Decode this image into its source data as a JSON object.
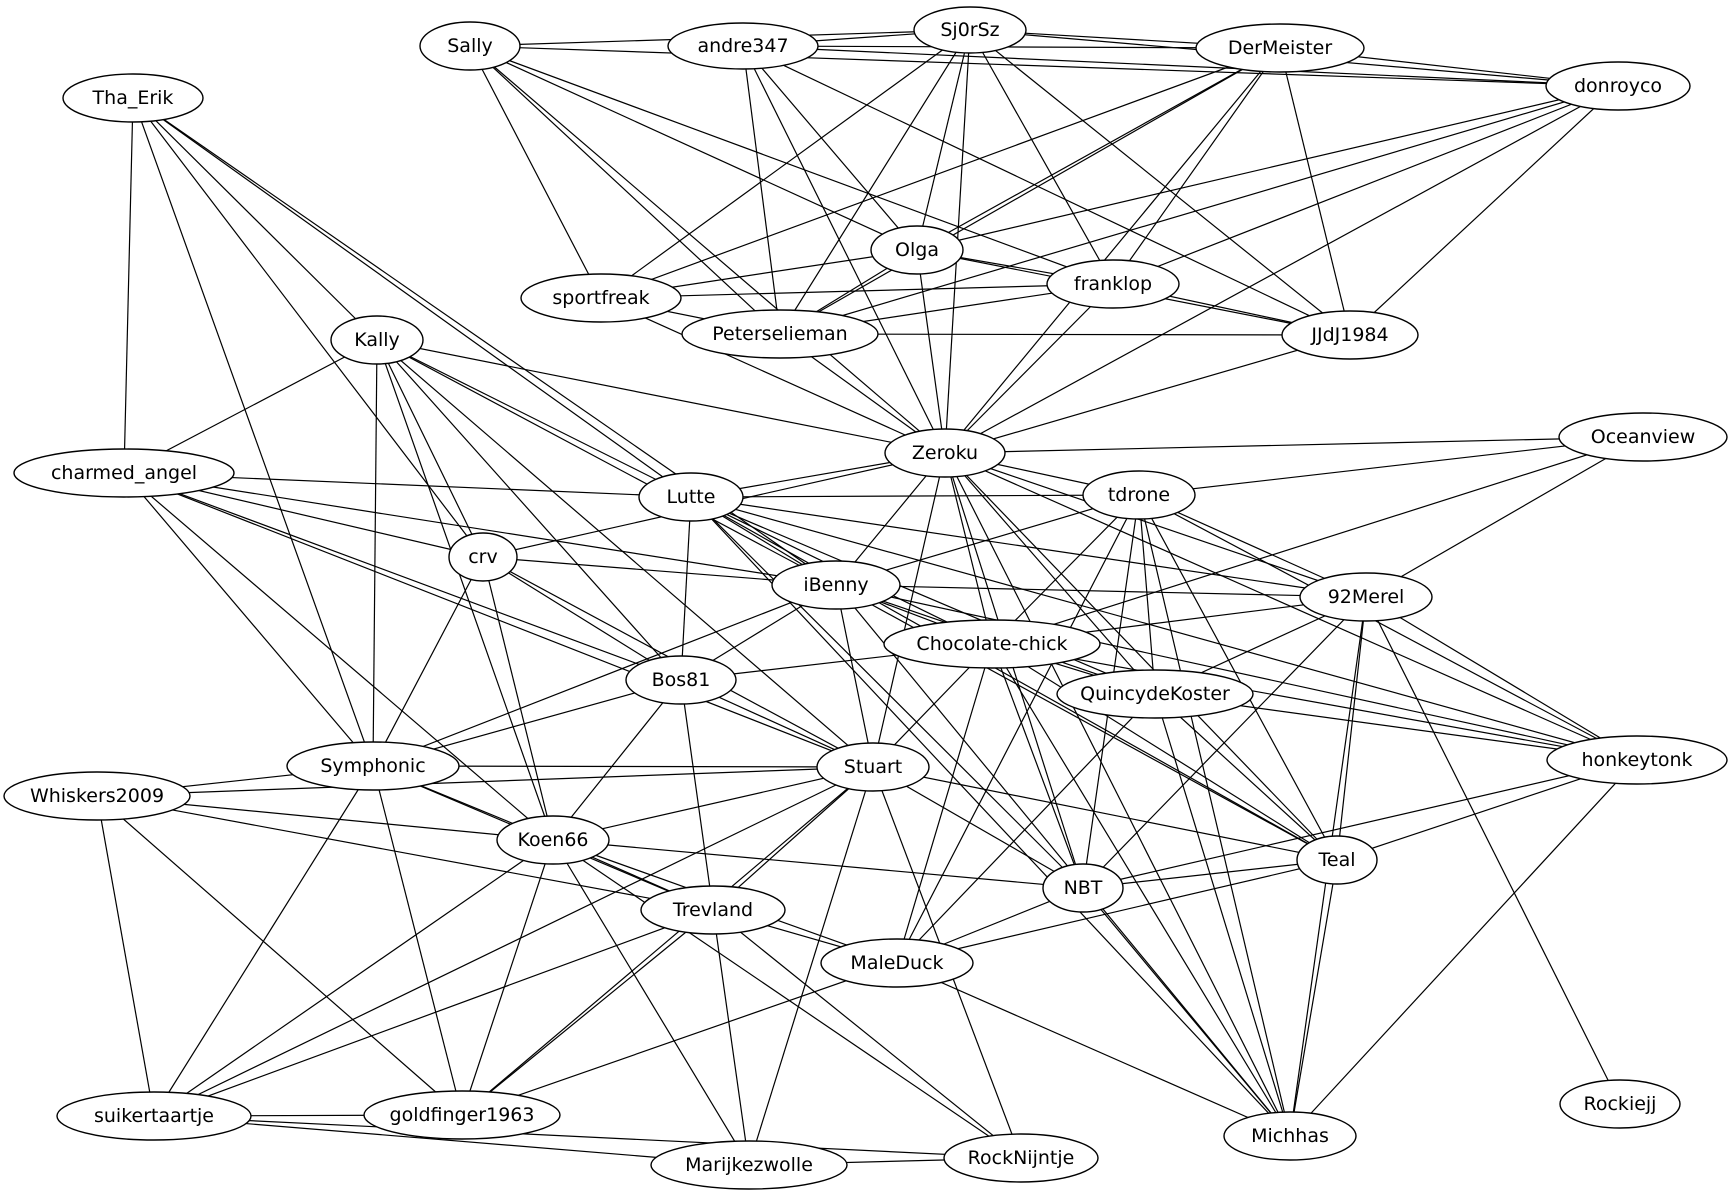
{
  "nodes": [
    {
      "id": "Sally",
      "label": "Sally"
    },
    {
      "id": "andre347",
      "label": "andre347"
    },
    {
      "id": "Sj0rSz",
      "label": "Sj0rSz"
    },
    {
      "id": "DerMeister",
      "label": "DerMeister"
    },
    {
      "id": "donroyco",
      "label": "donroyco"
    },
    {
      "id": "Tha_Erik",
      "label": "Tha_Erik"
    },
    {
      "id": "Olga",
      "label": "Olga"
    },
    {
      "id": "sportfreak",
      "label": "sportfreak"
    },
    {
      "id": "franklop",
      "label": "franklop"
    },
    {
      "id": "Peterselieman",
      "label": "Peterselieman"
    },
    {
      "id": "JJdJ1984",
      "label": "JJdJ1984"
    },
    {
      "id": "Kally",
      "label": "Kally"
    },
    {
      "id": "charmed_angel",
      "label": "charmed_angel"
    },
    {
      "id": "Zeroku",
      "label": "Zeroku"
    },
    {
      "id": "Oceanview",
      "label": "Oceanview"
    },
    {
      "id": "Lutte",
      "label": "Lutte"
    },
    {
      "id": "tdrone",
      "label": "tdrone"
    },
    {
      "id": "crv",
      "label": "crv"
    },
    {
      "id": "iBenny",
      "label": "iBenny"
    },
    {
      "id": "92Merel",
      "label": "92Merel"
    },
    {
      "id": "Chocolate-chick",
      "label": "Chocolate-chick"
    },
    {
      "id": "Bos81",
      "label": "Bos81"
    },
    {
      "id": "QuincydeKoster",
      "label": "QuincydeKoster"
    },
    {
      "id": "Symphonic",
      "label": "Symphonic"
    },
    {
      "id": "Stuart",
      "label": "Stuart"
    },
    {
      "id": "honkeytonk",
      "label": "honkeytonk"
    },
    {
      "id": "Whiskers2009",
      "label": "Whiskers2009"
    },
    {
      "id": "Koen66",
      "label": "Koen66"
    },
    {
      "id": "Teal",
      "label": "Teal"
    },
    {
      "id": "NBT",
      "label": "NBT"
    },
    {
      "id": "Trevland",
      "label": "Trevland"
    },
    {
      "id": "MaleDuck",
      "label": "MaleDuck"
    },
    {
      "id": "Rockiejj",
      "label": "Rockiejj"
    },
    {
      "id": "suikertaartje",
      "label": "suikertaartje"
    },
    {
      "id": "goldfinger1963",
      "label": "goldfinger1963"
    },
    {
      "id": "Michhas",
      "label": "Michhas"
    },
    {
      "id": "RockNijntje",
      "label": "RockNijntje"
    },
    {
      "id": "Marijkezwolle",
      "label": "Marijkezwolle"
    }
  ],
  "edges": [
    [
      "Sally",
      "Sj0rSz"
    ],
    [
      "Sally",
      "donroyco"
    ],
    [
      "Sally",
      "Olga"
    ],
    [
      "Sally",
      "sportfreak"
    ],
    [
      "Sally",
      "Peterselieman"
    ],
    [
      "Sally",
      "franklop"
    ],
    [
      "Sally",
      "Zeroku"
    ],
    [
      "andre347",
      "Sj0rSz"
    ],
    [
      "andre347",
      "DerMeister"
    ],
    [
      "andre347",
      "donroyco"
    ],
    [
      "andre347",
      "Olga"
    ],
    [
      "andre347",
      "Peterselieman"
    ],
    [
      "andre347",
      "JJdJ1984"
    ],
    [
      "andre347",
      "Zeroku"
    ],
    [
      "Sj0rSz",
      "DerMeister"
    ],
    [
      "Sj0rSz",
      "donroyco"
    ],
    [
      "Sj0rSz",
      "Olga"
    ],
    [
      "Sj0rSz",
      "sportfreak"
    ],
    [
      "Sj0rSz",
      "franklop"
    ],
    [
      "Sj0rSz",
      "Peterselieman"
    ],
    [
      "Sj0rSz",
      "JJdJ1984"
    ],
    [
      "Sj0rSz",
      "Zeroku"
    ],
    [
      "DerMeister",
      "donroyco"
    ],
    [
      "DerMeister",
      "Olga"
    ],
    [
      "DerMeister",
      "sportfreak"
    ],
    [
      "DerMeister",
      "franklop"
    ],
    [
      "DerMeister",
      "Peterselieman"
    ],
    [
      "DerMeister",
      "JJdJ1984"
    ],
    [
      "DerMeister",
      "Zeroku"
    ],
    [
      "donroyco",
      "Olga"
    ],
    [
      "donroyco",
      "franklop"
    ],
    [
      "donroyco",
      "Peterselieman"
    ],
    [
      "donroyco",
      "JJdJ1984"
    ],
    [
      "donroyco",
      "Zeroku"
    ],
    [
      "Tha_Erik",
      "charmed_angel"
    ],
    [
      "Tha_Erik",
      "Kally"
    ],
    [
      "Tha_Erik",
      "Symphonic"
    ],
    [
      "Tha_Erik",
      "crv"
    ],
    [
      "Tha_Erik",
      "Lutte"
    ],
    [
      "Tha_Erik",
      "iBenny"
    ],
    [
      "Olga",
      "sportfreak"
    ],
    [
      "Olga",
      "franklop"
    ],
    [
      "Olga",
      "Peterselieman"
    ],
    [
      "Olga",
      "JJdJ1984"
    ],
    [
      "Olga",
      "Zeroku"
    ],
    [
      "sportfreak",
      "franklop"
    ],
    [
      "sportfreak",
      "Peterselieman"
    ],
    [
      "sportfreak",
      "Zeroku"
    ],
    [
      "franklop",
      "Peterselieman"
    ],
    [
      "franklop",
      "JJdJ1984"
    ],
    [
      "franklop",
      "Zeroku"
    ],
    [
      "Peterselieman",
      "JJdJ1984"
    ],
    [
      "Peterselieman",
      "Zeroku"
    ],
    [
      "JJdJ1984",
      "Zeroku"
    ],
    [
      "Kally",
      "charmed_angel"
    ],
    [
      "Kally",
      "Zeroku"
    ],
    [
      "Kally",
      "Lutte"
    ],
    [
      "Kally",
      "crv"
    ],
    [
      "Kally",
      "iBenny"
    ],
    [
      "Kally",
      "Bos81"
    ],
    [
      "Kally",
      "Symphonic"
    ],
    [
      "Kally",
      "Stuart"
    ],
    [
      "Kally",
      "Koen66"
    ],
    [
      "charmed_angel",
      "Lutte"
    ],
    [
      "charmed_angel",
      "crv"
    ],
    [
      "charmed_angel",
      "iBenny"
    ],
    [
      "charmed_angel",
      "Bos81"
    ],
    [
      "charmed_angel",
      "Symphonic"
    ],
    [
      "charmed_angel",
      "Koen66"
    ],
    [
      "charmed_angel",
      "Stuart"
    ],
    [
      "Zeroku",
      "Oceanview"
    ],
    [
      "Zeroku",
      "Lutte"
    ],
    [
      "Zeroku",
      "tdrone"
    ],
    [
      "Zeroku",
      "crv"
    ],
    [
      "Zeroku",
      "iBenny"
    ],
    [
      "Zeroku",
      "92Merel"
    ],
    [
      "Zeroku",
      "Chocolate-chick"
    ],
    [
      "Zeroku",
      "QuincydeKoster"
    ],
    [
      "Zeroku",
      "Stuart"
    ],
    [
      "Zeroku",
      "honkeytonk"
    ],
    [
      "Zeroku",
      "Teal"
    ],
    [
      "Zeroku",
      "NBT"
    ],
    [
      "Zeroku",
      "Michhas"
    ],
    [
      "Oceanview",
      "tdrone"
    ],
    [
      "Oceanview",
      "92Merel"
    ],
    [
      "Oceanview",
      "Chocolate-chick"
    ],
    [
      "Lutte",
      "tdrone"
    ],
    [
      "Lutte",
      "iBenny"
    ],
    [
      "Lutte",
      "92Merel"
    ],
    [
      "Lutte",
      "Chocolate-chick"
    ],
    [
      "Lutte",
      "Bos81"
    ],
    [
      "Lutte",
      "QuincydeKoster"
    ],
    [
      "Lutte",
      "honkeytonk"
    ],
    [
      "Lutte",
      "Teal"
    ],
    [
      "Lutte",
      "NBT"
    ],
    [
      "Lutte",
      "Michhas"
    ],
    [
      "tdrone",
      "iBenny"
    ],
    [
      "tdrone",
      "92Merel"
    ],
    [
      "tdrone",
      "Chocolate-chick"
    ],
    [
      "tdrone",
      "QuincydeKoster"
    ],
    [
      "tdrone",
      "honkeytonk"
    ],
    [
      "tdrone",
      "Teal"
    ],
    [
      "tdrone",
      "NBT"
    ],
    [
      "tdrone",
      "MaleDuck"
    ],
    [
      "tdrone",
      "Michhas"
    ],
    [
      "crv",
      "iBenny"
    ],
    [
      "crv",
      "Bos81"
    ],
    [
      "crv",
      "Symphonic"
    ],
    [
      "crv",
      "Stuart"
    ],
    [
      "crv",
      "Koen66"
    ],
    [
      "iBenny",
      "92Merel"
    ],
    [
      "iBenny",
      "Chocolate-chick"
    ],
    [
      "iBenny",
      "Bos81"
    ],
    [
      "iBenny",
      "QuincydeKoster"
    ],
    [
      "iBenny",
      "Symphonic"
    ],
    [
      "iBenny",
      "Stuart"
    ],
    [
      "iBenny",
      "honkeytonk"
    ],
    [
      "iBenny",
      "Teal"
    ],
    [
      "iBenny",
      "Michhas"
    ],
    [
      "92Merel",
      "Chocolate-chick"
    ],
    [
      "92Merel",
      "QuincydeKoster"
    ],
    [
      "92Merel",
      "honkeytonk"
    ],
    [
      "92Merel",
      "Teal"
    ],
    [
      "92Merel",
      "NBT"
    ],
    [
      "92Merel",
      "Michhas"
    ],
    [
      "92Merel",
      "Rockiejj"
    ],
    [
      "Chocolate-chick",
      "Bos81"
    ],
    [
      "Chocolate-chick",
      "QuincydeKoster"
    ],
    [
      "Chocolate-chick",
      "Stuart"
    ],
    [
      "Chocolate-chick",
      "honkeytonk"
    ],
    [
      "Chocolate-chick",
      "Teal"
    ],
    [
      "Chocolate-chick",
      "NBT"
    ],
    [
      "Chocolate-chick",
      "MaleDuck"
    ],
    [
      "Chocolate-chick",
      "Michhas"
    ],
    [
      "Bos81",
      "Symphonic"
    ],
    [
      "Bos81",
      "Stuart"
    ],
    [
      "Bos81",
      "Koen66"
    ],
    [
      "Bos81",
      "Trevland"
    ],
    [
      "QuincydeKoster",
      "honkeytonk"
    ],
    [
      "QuincydeKoster",
      "Teal"
    ],
    [
      "QuincydeKoster",
      "MaleDuck"
    ],
    [
      "QuincydeKoster",
      "Michhas"
    ],
    [
      "Symphonic",
      "Whiskers2009"
    ],
    [
      "Symphonic",
      "Stuart"
    ],
    [
      "Symphonic",
      "Koen66"
    ],
    [
      "Symphonic",
      "Trevland"
    ],
    [
      "Symphonic",
      "suikertaartje"
    ],
    [
      "Symphonic",
      "goldfinger1963"
    ],
    [
      "Stuart",
      "Whiskers2009"
    ],
    [
      "Stuart",
      "Koen66"
    ],
    [
      "Stuart",
      "Teal"
    ],
    [
      "Stuart",
      "NBT"
    ],
    [
      "Stuart",
      "Trevland"
    ],
    [
      "Stuart",
      "suikertaartje"
    ],
    [
      "Stuart",
      "goldfinger1963"
    ],
    [
      "Stuart",
      "Marijkezwolle"
    ],
    [
      "Stuart",
      "RockNijntje"
    ],
    [
      "honkeytonk",
      "Teal"
    ],
    [
      "honkeytonk",
      "NBT"
    ],
    [
      "honkeytonk",
      "Michhas"
    ],
    [
      "Whiskers2009",
      "Koen66"
    ],
    [
      "Whiskers2009",
      "Trevland"
    ],
    [
      "Whiskers2009",
      "suikertaartje"
    ],
    [
      "Whiskers2009",
      "goldfinger1963"
    ],
    [
      "Koen66",
      "NBT"
    ],
    [
      "Koen66",
      "Trevland"
    ],
    [
      "Koen66",
      "MaleDuck"
    ],
    [
      "Koen66",
      "suikertaartje"
    ],
    [
      "Koen66",
      "goldfinger1963"
    ],
    [
      "Koen66",
      "Marijkezwolle"
    ],
    [
      "Koen66",
      "RockNijntje"
    ],
    [
      "Teal",
      "NBT"
    ],
    [
      "Teal",
      "MaleDuck"
    ],
    [
      "Teal",
      "Michhas"
    ],
    [
      "NBT",
      "MaleDuck"
    ],
    [
      "NBT",
      "Michhas"
    ],
    [
      "Trevland",
      "MaleDuck"
    ],
    [
      "Trevland",
      "suikertaartje"
    ],
    [
      "Trevland",
      "goldfinger1963"
    ],
    [
      "Trevland",
      "Marijkezwolle"
    ],
    [
      "Trevland",
      "RockNijntje"
    ],
    [
      "MaleDuck",
      "goldfinger1963"
    ],
    [
      "MaleDuck",
      "Michhas"
    ],
    [
      "suikertaartje",
      "goldfinger1963"
    ],
    [
      "suikertaartje",
      "Marijkezwolle"
    ],
    [
      "suikertaartje",
      "RockNijntje"
    ],
    [
      "Marijkezwolle",
      "RockNijntje"
    ]
  ]
}
